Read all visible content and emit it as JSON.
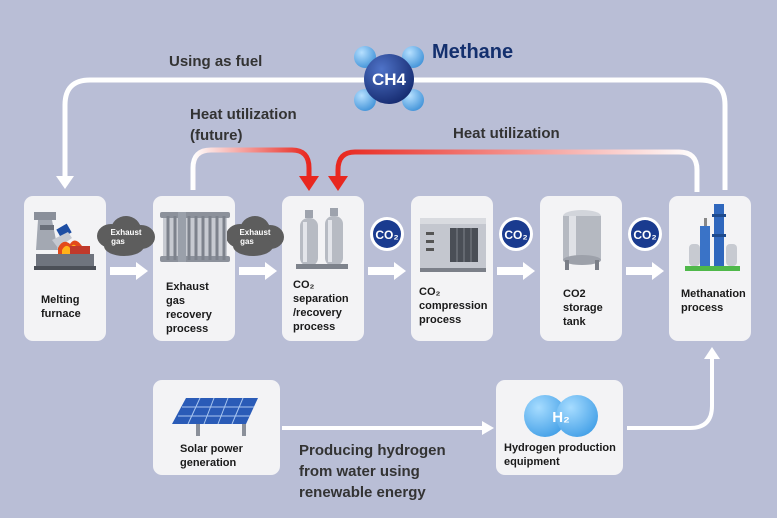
{
  "methane": {
    "title": "Methane",
    "molecule": "CH4",
    "colors": {
      "dark": "#1d3a8c",
      "light": "#5aa9e6"
    }
  },
  "annotations": {
    "using_as_fuel": "Using as fuel",
    "heat_future": "Heat utilization\n(future)",
    "heat": "Heat utilization",
    "producing_hydrogen": "Producing hydrogen\nfrom water using\nrenewable energy"
  },
  "process": [
    {
      "id": "melting",
      "label": "Melting\nfurnace",
      "icon": "furnace-icon"
    },
    {
      "id": "exhaust",
      "label": "Exhaust\ngas\nrecovery\nprocess",
      "icon": "heat-exchanger-icon"
    },
    {
      "id": "co2sep",
      "label": "CO₂\nseparation\n/recovery\nprocess",
      "icon": "gas-cylinders-icon"
    },
    {
      "id": "co2comp",
      "label": "CO₂\ncompression\nprocess",
      "icon": "compressor-icon"
    },
    {
      "id": "co2tank",
      "label": "CO2\nstorage\ntank",
      "icon": "storage-tank-icon"
    },
    {
      "id": "methanation",
      "label": "Methanation\nprocess",
      "icon": "methanation-plant-icon"
    }
  ],
  "flow_badges": {
    "exhaust_gas": "Exhaust\ngas",
    "co2": "CO₂"
  },
  "hydrogen": {
    "solar": {
      "label": "Solar power\ngeneration",
      "icon": "solar-panel-icon"
    },
    "production": {
      "label": "Hydrogen production\nequipment",
      "molecule": "H₂"
    }
  },
  "colors": {
    "background": "#b9bed6",
    "box": "#f3f3f5",
    "arrow": "#ffffff",
    "heat_red": "#e8271f",
    "co2_badge": "#1a3b8f",
    "cloud": "#5d5d5d",
    "h2": "#5db4f0"
  }
}
